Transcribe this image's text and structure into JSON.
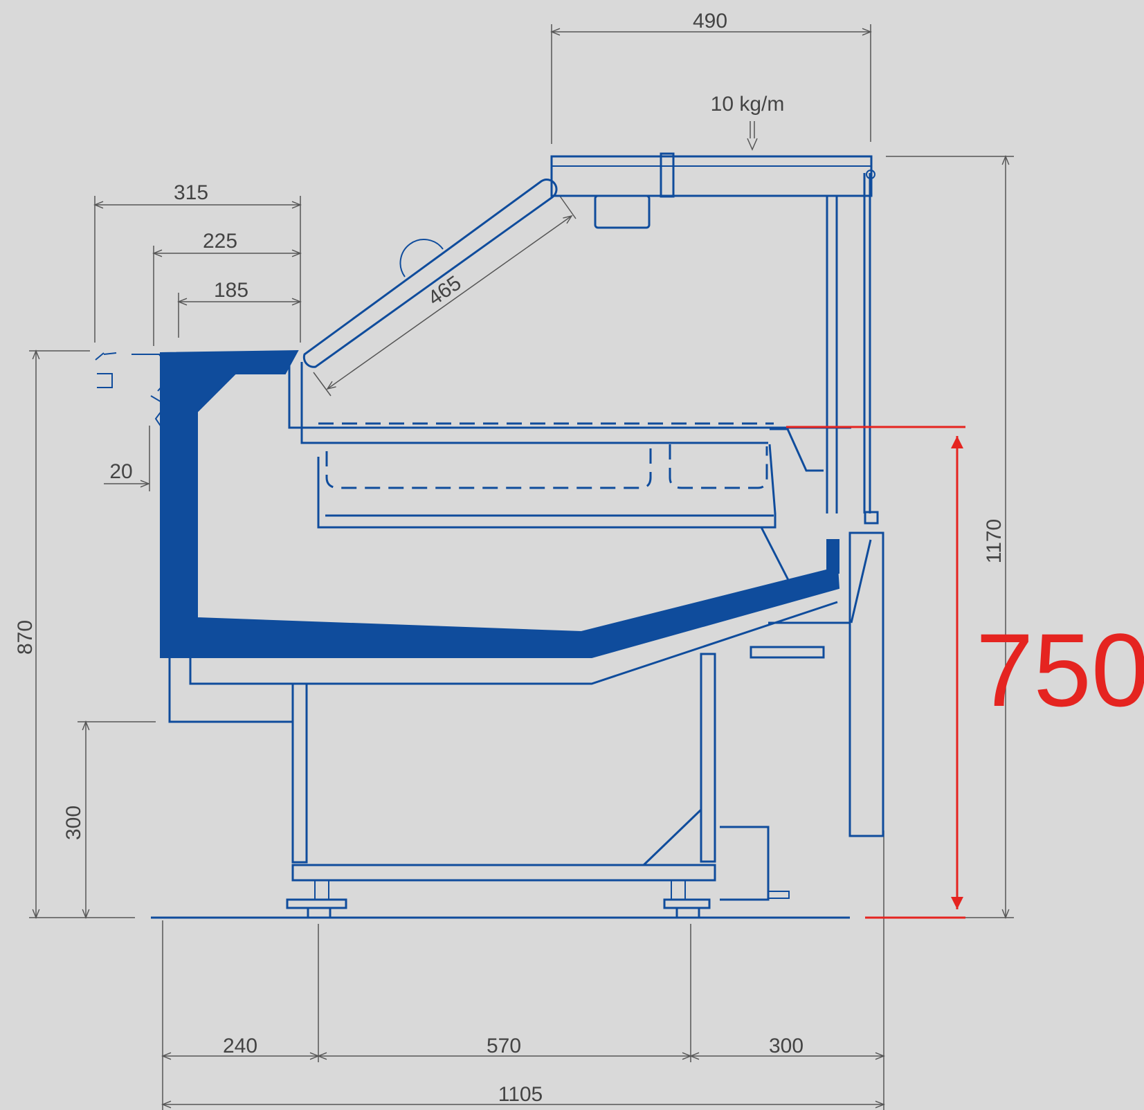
{
  "dimensions": {
    "top_width": "490",
    "load": "10 kg/m",
    "glass_length": "465",
    "shelf_315": "315",
    "shelf_225": "225",
    "shelf_185": "185",
    "offset_20": "20",
    "height_870": "870",
    "height_300": "300",
    "height_1170": "1170",
    "counter_height": "750",
    "bottom_240": "240",
    "bottom_570": "570",
    "bottom_300": "300",
    "total_width": "1105"
  },
  "colors": {
    "outline": "#0f4c9c",
    "highlight": "#e52420",
    "background": "#d9d9d9"
  }
}
